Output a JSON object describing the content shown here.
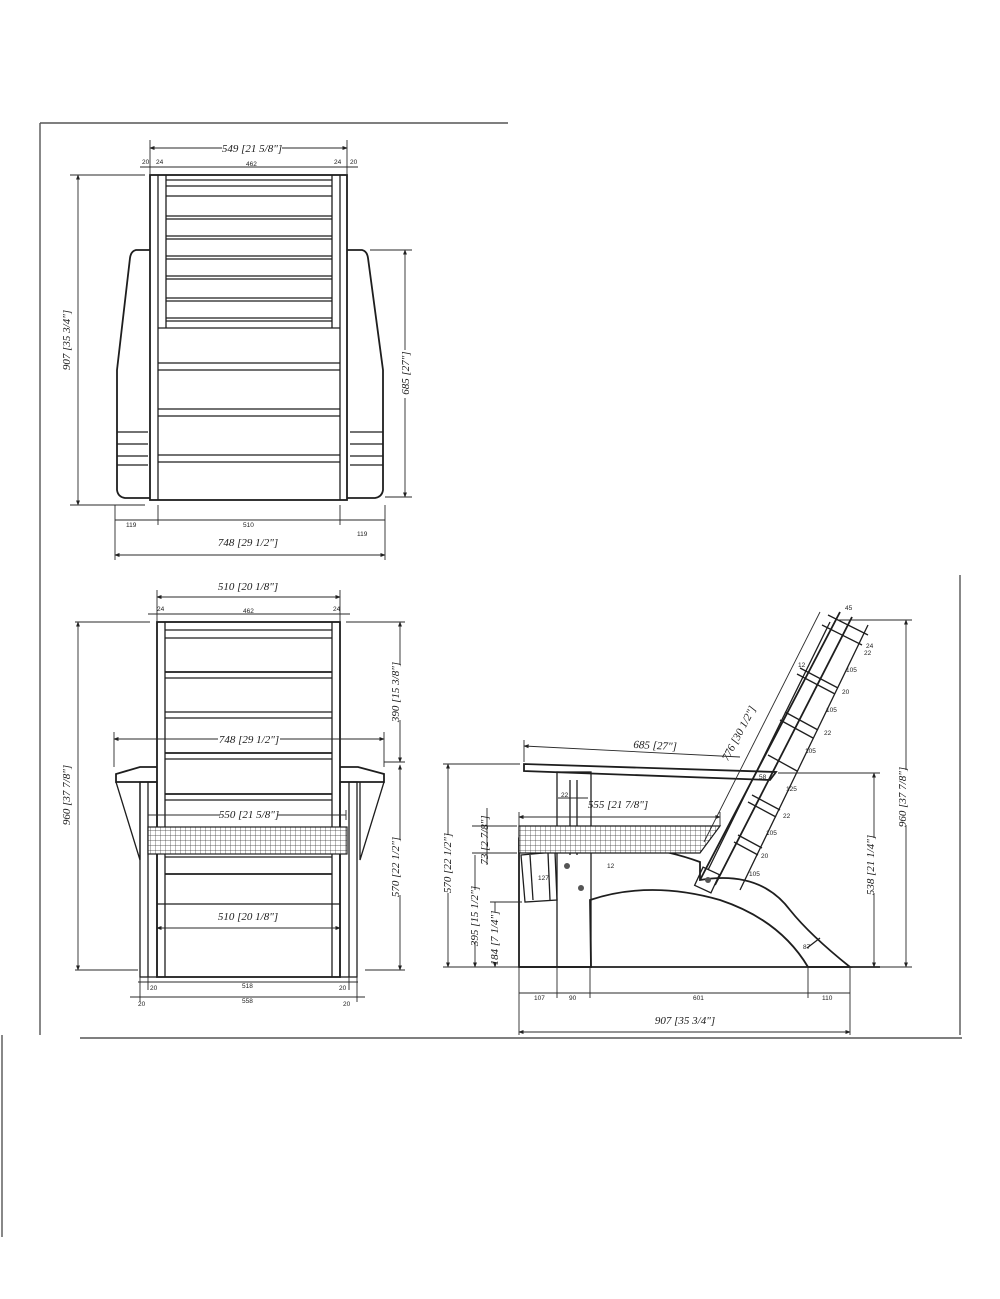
{
  "sheet": {
    "background": "#ffffff",
    "line_color": "#1e1e1e"
  },
  "top_view": {
    "overall_width_top": "549 [21 5/8\"]",
    "slat_edge_left_outer": "20",
    "slat_edge_left_inner": "24",
    "slat_inner_width": "462",
    "slat_edge_right_inner": "24",
    "slat_edge_right_outer": "20",
    "overall_depth": "907 [35 3/4\"]",
    "arm_length": "685 [27\"]",
    "arm_width_left": "119",
    "seat_width": "510",
    "arm_width_right": "119",
    "overall_width": "748 [29 1/2\"]"
  },
  "front_view": {
    "back_width": "510 [20 1/8\"]",
    "back_edge_left": "24",
    "back_inner_width": "462",
    "back_edge_right": "24",
    "back_height_above_arm": "390 [15 3/8\"]",
    "arm_span": "748 [29 1/2\"]",
    "overall_height": "960 [37 7/8\"]",
    "seat_cushion_width": "550 [21 5/8\"]",
    "arm_height": "570 [22 1/2\"]",
    "front_rail_width": "510 [20 1/8\"]",
    "leg_left_inner": "20",
    "leg_span_inner": "518",
    "leg_right_inner": "20",
    "leg_left_outer": "20",
    "leg_span_outer": "558",
    "leg_right_outer": "20"
  },
  "side_view": {
    "arm_length": "685 [27\"]",
    "back_length": "776 [30 1/2\"]",
    "arm_post_width": "22",
    "seat_depth": "555 [21 7/8\"]",
    "cushion_thickness": "73 [2 7/8\"]",
    "arm_height": "570 [22 1/2\"]",
    "seat_front_height": "395 [15 1/2\"]",
    "front_rail_height": "184 [7 1/4\"]",
    "front_rail_depth": "127",
    "slat_gap": "12",
    "back_top_width": "45",
    "back_slats": [
      "24",
      "22",
      "105",
      "12",
      "20",
      "105",
      "22",
      "105",
      "58",
      "125",
      "22",
      "105",
      "20",
      "105"
    ],
    "overall_height": "960 [37 7/8\"]",
    "arm_to_floor_rear": "538 [21 1/4\"]",
    "runner_width": "87",
    "base_segment_1": "107",
    "base_segment_2": "90",
    "base_segment_3": "601",
    "base_segment_4": "110",
    "overall_depth": "907 [35 3/4\"]"
  }
}
